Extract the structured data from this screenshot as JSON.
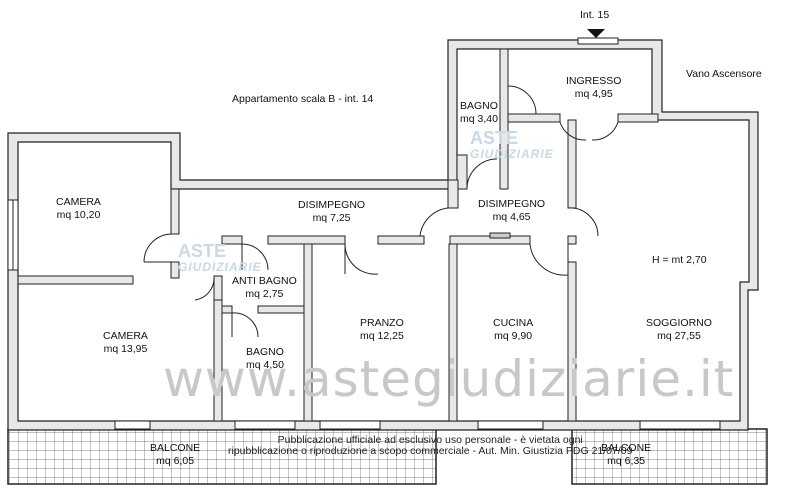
{
  "header": {
    "apartment": "Appartamento scala B - int. 14",
    "entrance_tag": "Int. 15",
    "lift_label": "Vano Ascensore"
  },
  "rooms": [
    {
      "id": "camera1",
      "name": "CAMERA",
      "area": "mq 10,20"
    },
    {
      "id": "disimpegno1",
      "name": "DISIMPEGNO",
      "area": "mq 7,25"
    },
    {
      "id": "bagno1",
      "name": "BAGNO",
      "area": "mq 3,40"
    },
    {
      "id": "ingresso",
      "name": "INGRESSO",
      "area": "mq 4,95"
    },
    {
      "id": "disimpegno2",
      "name": "DISIMPEGNO",
      "area": "mq 4,65"
    },
    {
      "id": "antibagno",
      "name": "ANTI BAGNO",
      "area": "mq 2,75"
    },
    {
      "id": "camera2",
      "name": "CAMERA",
      "area": "mq 13,95"
    },
    {
      "id": "bagno2",
      "name": "BAGNO",
      "area": "mq 4,50"
    },
    {
      "id": "pranzo",
      "name": "PRANZO",
      "area": "mq 12,25"
    },
    {
      "id": "cucina",
      "name": "CUCINA",
      "area": "mq 9,90"
    },
    {
      "id": "soggiorno",
      "name": "SOGGIORNO",
      "area": "mq 27,55"
    },
    {
      "id": "balcone1",
      "name": "BALCONE",
      "area": "mq 6,05"
    },
    {
      "id": "balcone2",
      "name": "BALCONE",
      "area": "mq 6,35"
    }
  ],
  "ceiling_height": "H = mt 2,70",
  "watermark": {
    "site": "www.astegiudiziarie.it",
    "logo_top": "ASTE",
    "logo_bottom": "GIUDIZIARIE"
  },
  "disclaimer": {
    "line1": "Pubblicazione ufficiale ad esclusivo uso personale - è vietata ogni",
    "line2": "ripubblicazione o riproduzione a scopo commerciale - Aut. Min. Giustizia PDG 21/07/09"
  },
  "colors": {
    "wall": "#e8e8e8",
    "wall_stroke": "#222222",
    "watermark": "#c8c8c8",
    "logo": "#c7d9e6"
  }
}
